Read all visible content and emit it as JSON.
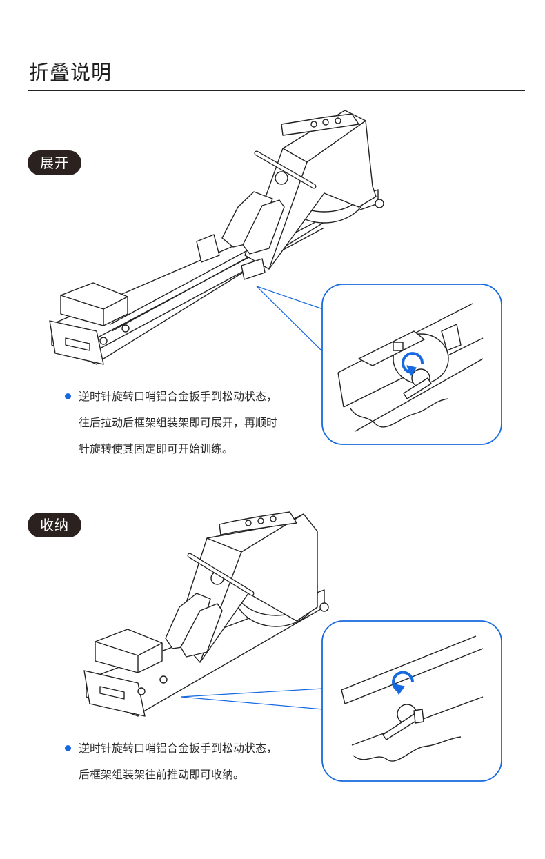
{
  "header": {
    "title": "折叠说明"
  },
  "sections": [
    {
      "label": "展开",
      "lines": [
        "逆时针旋转口哨铝合金扳手到松动状态，",
        "往后拉动后框架组装架即可展开，再顺时",
        "针旋转使其固定即可开始训练。"
      ]
    },
    {
      "label": "收纳",
      "lines": [
        "逆时针旋转口哨铝合金扳手到松动状态，",
        "后框架组装架往前推动即可收纳。"
      ]
    }
  ],
  "colors": {
    "accent": "#1769e0",
    "pill": "#2b211f",
    "line": "#222222"
  }
}
